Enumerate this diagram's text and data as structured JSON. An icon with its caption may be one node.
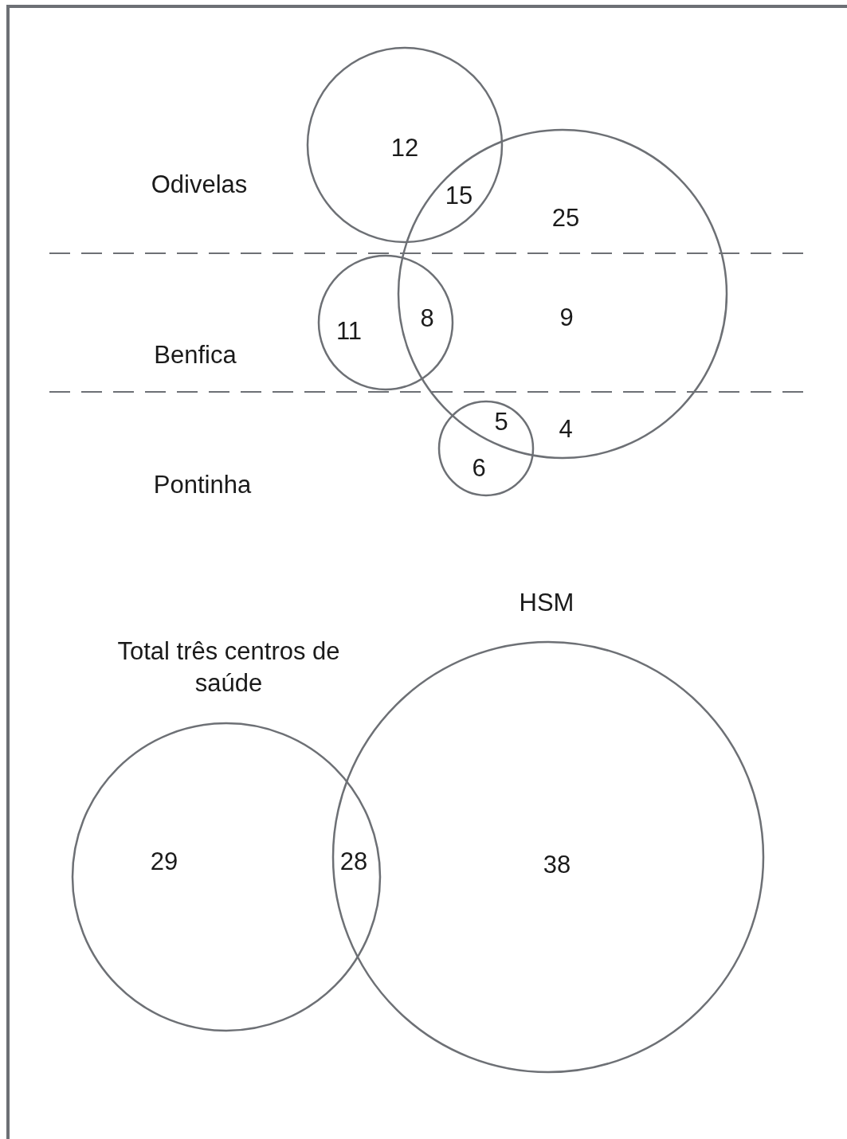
{
  "diagram": {
    "labels": [
      "12",
      "Odivelas",
      "15",
      "25",
      "8",
      "11",
      "9",
      "Benfica",
      "5",
      "4",
      "6",
      "Pontinha",
      "HSM",
      "Total três centros de saúde",
      "29",
      "28",
      "38"
    ]
  }
}
